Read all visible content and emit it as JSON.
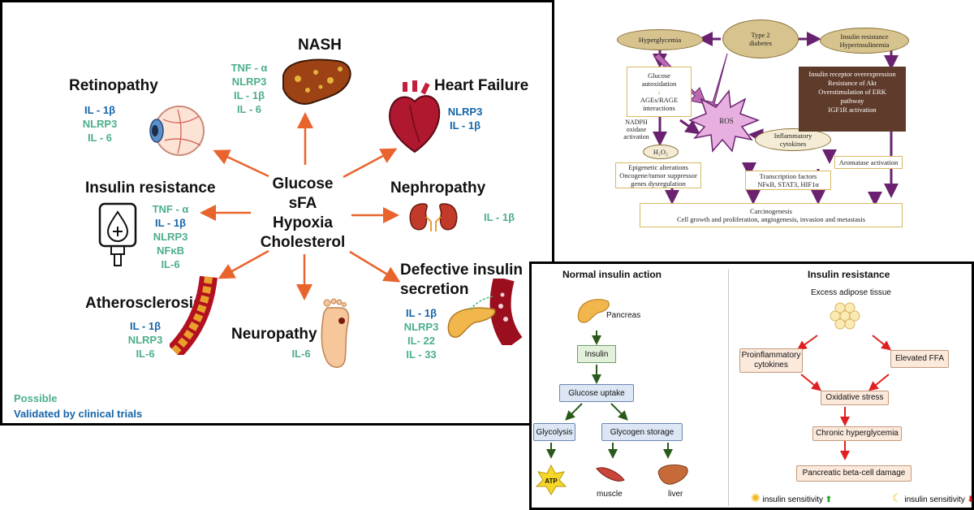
{
  "panel1": {
    "center": [
      "Glucose",
      "sFA",
      "Hypoxia",
      "Cholesterol"
    ],
    "nodes": {
      "nash": {
        "title": "NASH",
        "items": [
          [
            "TNF - α",
            "g"
          ],
          [
            "NLRP3",
            "g"
          ],
          [
            "IL - 1β",
            "g"
          ],
          [
            "IL - 6",
            "g"
          ]
        ]
      },
      "retinopathy": {
        "title": "Retinopathy",
        "items": [
          [
            "IL - 1β",
            "b"
          ],
          [
            "NLRP3",
            "g"
          ],
          [
            "IL - 6",
            "g"
          ]
        ]
      },
      "heart": {
        "title": "Heart Failure",
        "items": [
          [
            "NLRP3",
            "b"
          ],
          [
            "IL - 1β",
            "b"
          ]
        ]
      },
      "insulin": {
        "title": "Insulin resistance",
        "items": [
          [
            "TNF - α",
            "g"
          ],
          [
            "IL - 1β",
            "b"
          ],
          [
            "NLRP3",
            "g"
          ],
          [
            "NFκB",
            "g"
          ],
          [
            "IL-6",
            "g"
          ]
        ]
      },
      "nephro": {
        "title": "Nephropathy",
        "items": [
          [
            "IL - 1β",
            "g"
          ]
        ]
      },
      "athero": {
        "title": "Atherosclerosis",
        "items": [
          [
            "IL - 1β",
            "b"
          ],
          [
            "NLRP3",
            "g"
          ],
          [
            "IL-6",
            "g"
          ]
        ]
      },
      "neuro": {
        "title": "Neuropathy",
        "items": [
          [
            "IL-6",
            "g"
          ]
        ]
      },
      "defective": {
        "title_line1": "Defective insulin",
        "title_line2": "secretion",
        "items": [
          [
            "IL - 1β",
            "b"
          ],
          [
            "NLRP3",
            "g"
          ],
          [
            "IL- 22",
            "g"
          ],
          [
            "IL - 33",
            "g"
          ]
        ]
      }
    },
    "legend": {
      "possible": "Possible",
      "validated": "Validated by clinical trials"
    },
    "colors": {
      "green": "#4caf8a",
      "blue": "#1565a8",
      "arrow": "#e8642c"
    }
  },
  "panel2": {
    "hyperglycemia": "Hyperglycemia",
    "t2d_1": "Type 2",
    "t2d_2": "diabetes",
    "ir_1": "Insulin resistance",
    "ir_2": "Hyperinsulinemia",
    "glucose_auto_1": "Glucose",
    "glucose_auto_2": "autoxidation",
    "ages_1": "AGEs/RAGE",
    "ages_2": "interactions",
    "nadph_1": "NADPH",
    "nadph_2": "oxidase",
    "nadph_3": "activation",
    "h2o2": "H₂O₂",
    "ros": "ROS",
    "inflam_1": "Inflammatory",
    "inflam_2": "cytokines",
    "dark_1": "Insulin receptor overexpression",
    "dark_2": "Resistance of Akt",
    "dark_3": "Overstimulation of ERK",
    "dark_4": "pathway",
    "dark_5": "IGF1R activation",
    "aromatase": "Aromatase activation",
    "epi_1": "Epigenetic alterations",
    "epi_2": "Oncogene/tumor suppressor",
    "epi_3": "genes dysregulation",
    "tf_1": "Transcription factors",
    "tf_2": "NFκB, STAT3, HIF1α",
    "carc_1": "Carcinogenesis",
    "carc_2": "Cell growth and proliferation, angiogenesis, invasion and metastasis"
  },
  "panel3": {
    "left_title": "Normal insulin action",
    "right_title": "Insulin resistance",
    "pancreas": "Pancreas",
    "insulin": "Insulin",
    "glucose_uptake": "Glucose uptake",
    "glycolysis": "Glycolysis",
    "glycogen": "Glycogen storage",
    "atp": "ATP",
    "muscle": "muscle",
    "liver": "liver",
    "adipose": "Excess adipose tissue",
    "proinflam_1": "Proinflammatory",
    "proinflam_2": "cytokines",
    "ffa": "Elevated FFA",
    "oxidative": "Oxidative stress",
    "hyperglycemia": "Chronic hyperglycemia",
    "beta": "Pancreatic beta-cell damage",
    "sens1": "insulin sensitivity",
    "sens2": "insulin sensitivity"
  }
}
